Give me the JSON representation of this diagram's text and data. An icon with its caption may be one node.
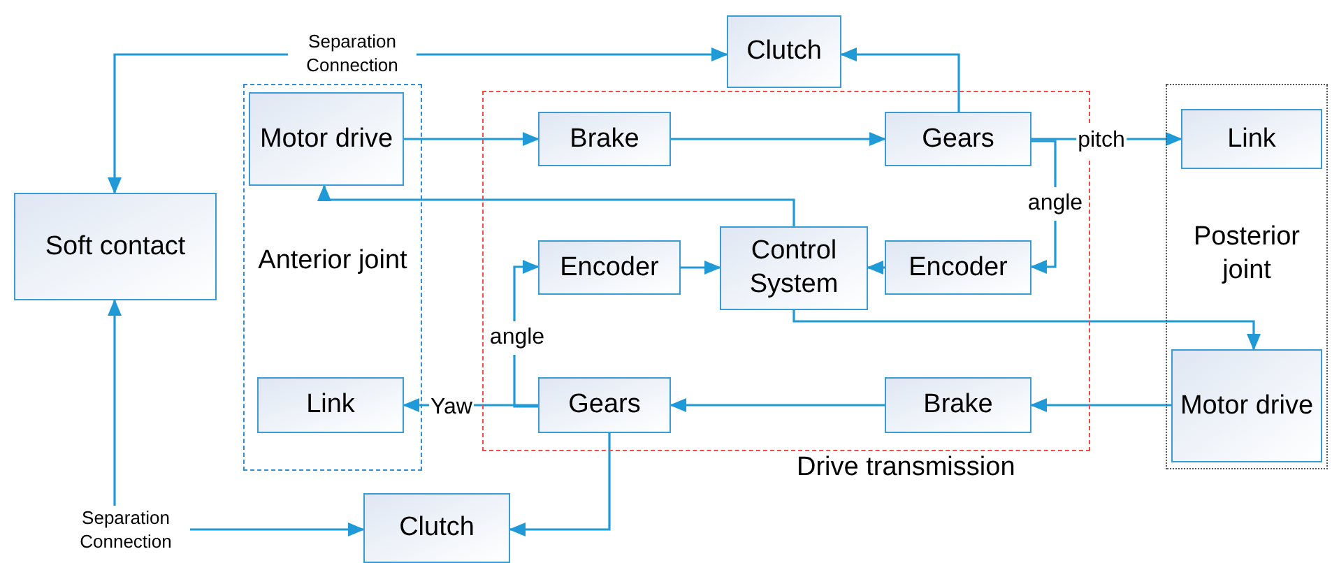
{
  "diagram": {
    "nodes": [
      {
        "text": [
          "Soft contact"
        ]
      },
      {
        "text": [
          "Clutch"
        ]
      },
      {
        "text": [
          "Anterior joint"
        ]
      },
      {
        "text": [
          "Motor drive"
        ],
        "in": 2
      },
      {
        "text": [
          "Link"
        ],
        "in": 2
      },
      {
        "text": [
          "Drive transmission"
        ]
      },
      {
        "text": [
          "Brake"
        ],
        "in": 5
      },
      {
        "text": [
          "Gears"
        ],
        "in": 5
      },
      {
        "text": [
          "Encoder"
        ],
        "in": 5
      },
      {
        "text": [
          "Control System"
        ],
        "in": 5
      },
      {
        "text": [
          "Encoder"
        ],
        "in": 5
      },
      {
        "text": [
          "Gears"
        ],
        "in": 5
      },
      {
        "text": [
          "Brake"
        ],
        "in": 5
      },
      {
        "text": [
          "Posterior joint"
        ]
      },
      {
        "text": [
          "Link"
        ],
        "in": 13
      },
      {
        "text": [
          "Motor drive"
        ],
        "in": 13
      },
      {
        "text": [
          "Clutch"
        ]
      }
    ],
    "edges": [
      {
        "from": 1,
        "to": 0,
        "arrow": "both",
        "label": "Separation Connection"
      },
      {
        "from": 0,
        "to": 16,
        "arrow": "both",
        "label": "Separation Connection"
      },
      {
        "from": 7,
        "to": 1,
        "arrow": "to"
      },
      {
        "from": 3,
        "to": 6,
        "arrow": "to"
      },
      {
        "from": 6,
        "to": 7,
        "arrow": "to"
      },
      {
        "from": 7,
        "to": 14,
        "arrow": "to",
        "label": "pitch"
      },
      {
        "from": 7,
        "to": 10,
        "arrow": "to",
        "label": "angle"
      },
      {
        "from": 10,
        "to": 9,
        "arrow": "to"
      },
      {
        "from": 8,
        "to": 9,
        "arrow": "to"
      },
      {
        "from": 9,
        "to": 3,
        "arrow": "to"
      },
      {
        "from": 9,
        "to": 15,
        "arrow": "to"
      },
      {
        "from": 15,
        "to": 12,
        "arrow": "to"
      },
      {
        "from": 12,
        "to": 11,
        "arrow": "to"
      },
      {
        "from": 11,
        "to": 4,
        "arrow": "to",
        "label": "Yaw"
      },
      {
        "from": 11,
        "to": 8,
        "arrow": "to",
        "label": "angle"
      },
      {
        "from": 11,
        "to": 16,
        "arrow": "to"
      }
    ]
  }
}
